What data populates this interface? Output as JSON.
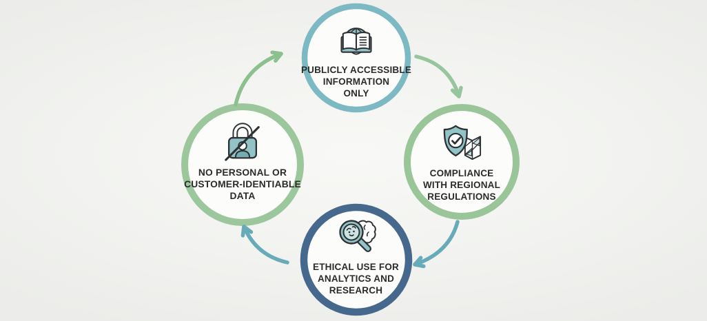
{
  "diagram": {
    "type": "cycle",
    "node_count": 4,
    "flow": "clockwise"
  },
  "nodes": {
    "top": {
      "label_line1": "PUBLICLY ACCESSIBLE",
      "label_line2": "INFORMATION",
      "label_line3": "ONLY",
      "icon": "book-globe-icon",
      "ring_color": "#7cb9c3"
    },
    "right": {
      "label_line1": "COMPLIANCE",
      "label_line2": "WITH REGIONAL",
      "label_line3": "REGULATIONS",
      "icon": "shield-check-map-icon",
      "ring_color": "#99c598"
    },
    "bottom": {
      "label_line1": "ETHICAL USE FOR",
      "label_line2": "ANALYTICS AND",
      "label_line3": "RESEARCH",
      "icon": "magnifier-brain-icon",
      "ring_color": "#45688c"
    },
    "left": {
      "label_line1": "NO PERSONAL OR",
      "label_line2": "CUSTOMER-IDENTIABLE",
      "label_line3": "DATA",
      "icon": "lock-person-icon",
      "ring_color": "#9cc69b"
    }
  },
  "arrows": {
    "left_to_top": {
      "from": "left",
      "to": "top",
      "color": "#8cc08f"
    },
    "top_to_right": {
      "from": "top",
      "to": "right",
      "color": "#97c69e"
    },
    "right_to_bottom": {
      "from": "right",
      "to": "bottom",
      "color": "#67aab8"
    },
    "bottom_to_left": {
      "from": "bottom",
      "to": "left",
      "color": "#67aab8"
    }
  },
  "colors": {
    "background": "#f1f2ef",
    "node_fill": "#fcfdfb",
    "text": "#2b2b2b",
    "outline": "#2e3134",
    "icon_teal": "#92c3c7",
    "icon_teal_light": "#cbe3e1",
    "icon_teal_dark": "#74adb2",
    "icon_white": "#fdfefd"
  }
}
